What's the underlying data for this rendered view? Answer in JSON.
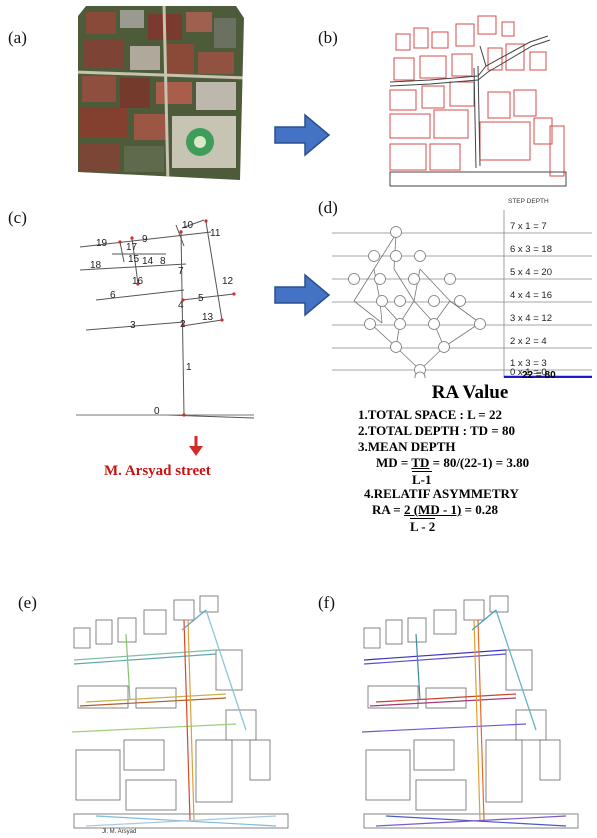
{
  "panels": {
    "a": "(a)",
    "b": "(b)",
    "c": "(c)",
    "d": "(d)",
    "e": "(e)",
    "f": "(f)"
  },
  "street": "M. Arsyad  street",
  "axial_labels": [
    "0",
    "1",
    "2",
    "3",
    "4",
    "5",
    "6",
    "7",
    "8",
    "9",
    "10",
    "11",
    "12",
    "13",
    "14",
    "15",
    "16",
    "17",
    "18",
    "19"
  ],
  "step_depth": {
    "header": "STEP DEPTH",
    "rows": [
      "7 x 1  =  7",
      "6 x 3  = 18",
      "5 x 4  = 20",
      "4 x 4  = 16",
      "3 x 4  = 12",
      "2 x 2  =  4",
      "1 x 3  =  3",
      "0 x 1  =  0"
    ],
    "total": "22  = 80"
  },
  "ra": {
    "title": "RA Value",
    "l1": "1.TOTAL SPACE : L = 22",
    "l2": "2.TOTAL DEPTH : TD = 80",
    "l3": "3.MEAN DEPTH",
    "l4a": "MD = ",
    "l4b": "TD",
    "l4c": " = 80/(22-1) = 3.80",
    "l5": "L-1",
    "l6": "4.RELATIF ASYMMETRY",
    "l7a": "RA  = ",
    "l7b": "2 (MD - 1)",
    "l7c": "  = 0.28",
    "l8": "L - 2"
  },
  "map_e_labels": {
    "street": "Jl. M. Arsyad"
  },
  "colors": {
    "arrow": "#4472c4",
    "red": "#d62b2b",
    "blue_line": "#1a1acc"
  }
}
